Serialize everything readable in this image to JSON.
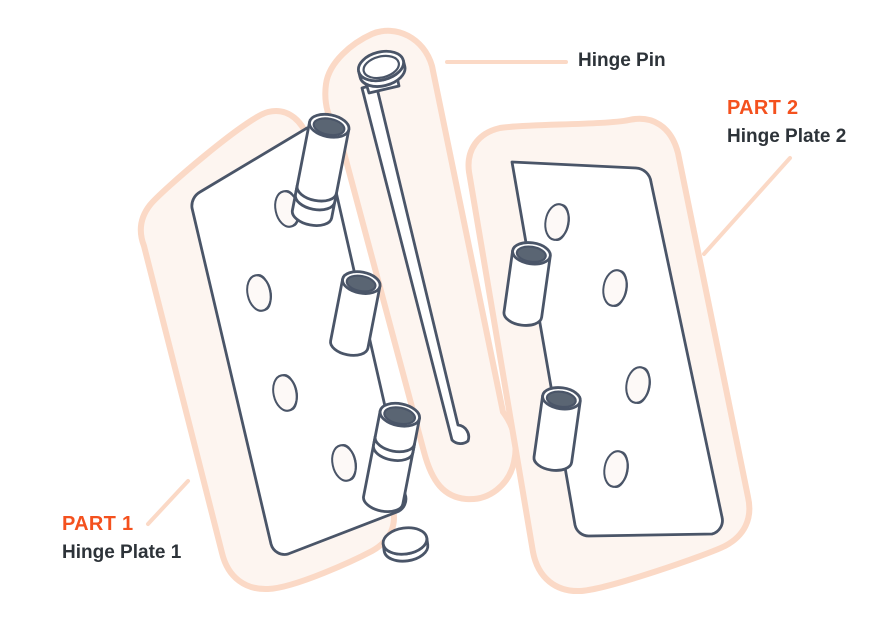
{
  "diagram": {
    "title": "Hinge exploded assembly diagram",
    "background_color": "#ffffff",
    "line_color": "#4a5568",
    "accent_color": "#f4511e",
    "text_color": "#2d3339",
    "highlight_stroke": "#fbd9c6",
    "highlight_fill": "#fdf5f0",
    "metal_fill": "#ffffff",
    "bore_fill": "#5a6573"
  },
  "labels": {
    "part1": {
      "tag": "PART 1",
      "name": "Hinge Plate 1",
      "tag_color": "#f4511e",
      "name_color": "#2d3339"
    },
    "part2": {
      "tag": "PART 2",
      "name": "Hinge Plate 2",
      "tag_color": "#f4511e",
      "name_color": "#2d3339"
    },
    "pin": {
      "name": "Hinge Pin",
      "name_color": "#2d3339"
    }
  },
  "components": {
    "hinge_plate_1": {
      "name": "Hinge Plate 1",
      "screw_hole_count": 4,
      "knuckle_count": 3
    },
    "hinge_plate_2": {
      "name": "Hinge Plate 2",
      "screw_hole_count": 4,
      "knuckle_count": 2
    },
    "hinge_pin": {
      "name": "Hinge Pin",
      "has_cap_head": true,
      "has_loose_washer": true
    }
  }
}
